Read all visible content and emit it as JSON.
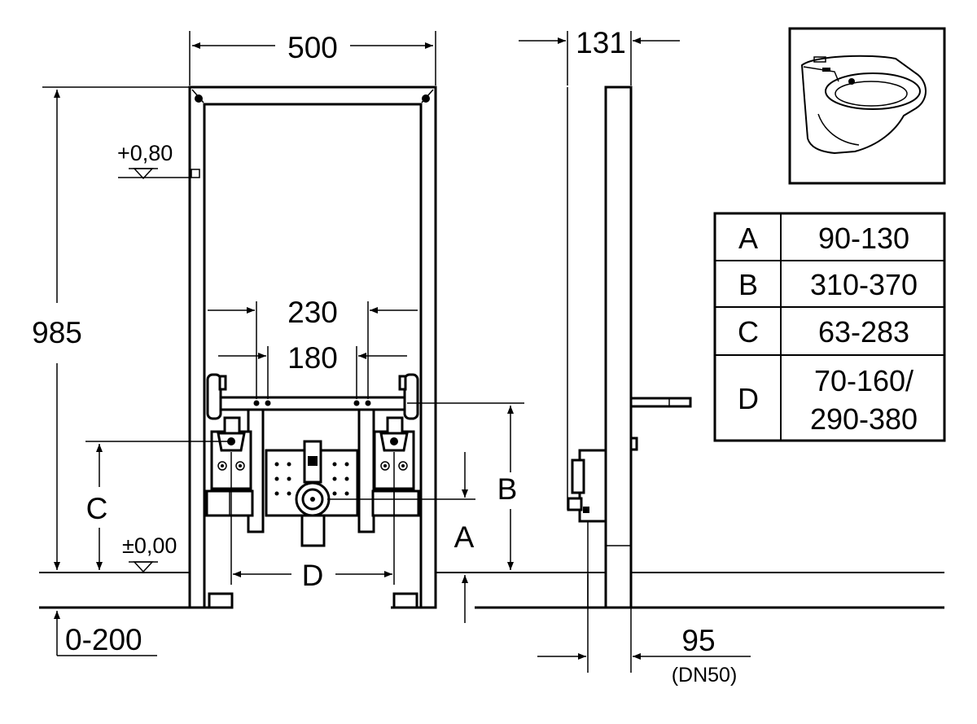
{
  "dimensions": {
    "width": "500",
    "depth": "131",
    "height": "985",
    "pipe_spacing_outer": "230",
    "pipe_spacing_inner": "180",
    "floor_adjust": "0-200",
    "drain_offset": "95",
    "drain_size": "(DN50)"
  },
  "levels": {
    "upper": "+0,80",
    "floor": "±0,00"
  },
  "letters": {
    "a": "A",
    "b": "B",
    "c": "C",
    "d": "D"
  },
  "table": {
    "rows": [
      {
        "key": "A",
        "value": "90-130"
      },
      {
        "key": "B",
        "value": "310-370"
      },
      {
        "key": "C",
        "value": "63-283"
      },
      {
        "key": "D",
        "value_line1": "70-160/",
        "value_line2": "290-380"
      }
    ]
  },
  "colors": {
    "ink": "#000000",
    "paper": "#ffffff"
  }
}
